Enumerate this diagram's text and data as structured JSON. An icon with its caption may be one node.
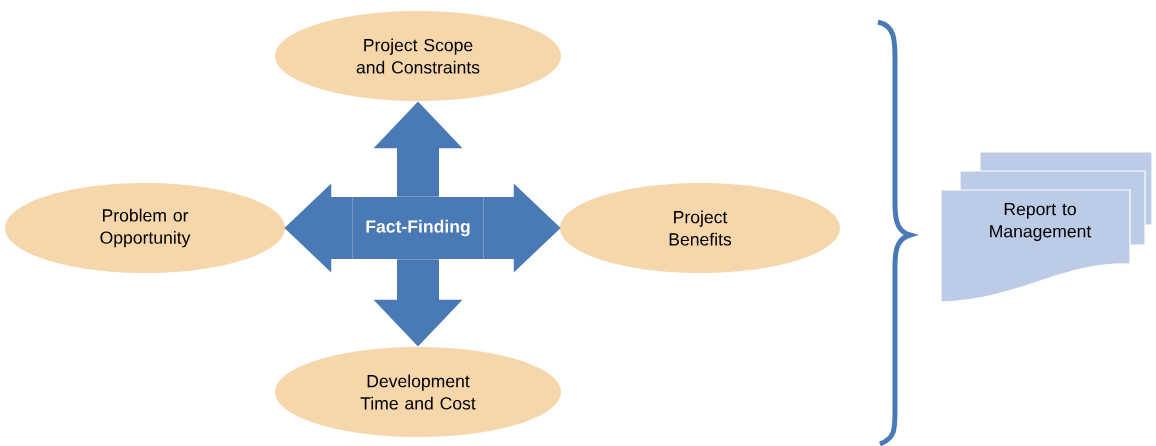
{
  "diagram": {
    "nodes": [
      {
        "text": [
          "Project Scope and Constraints"
        ]
      },
      {
        "text": [
          "Problem or Opportunity"
        ]
      },
      {
        "text": [
          "Fact-Finding"
        ]
      },
      {
        "text": [
          "Project Benefits"
        ]
      },
      {
        "text": [
          "Development Time and Cost"
        ]
      },
      {
        "text": [
          "Report to Management"
        ]
      }
    ],
    "edges": [
      {
        "from": 2,
        "to": 0,
        "arrow": "to"
      },
      {
        "from": 2,
        "to": 1,
        "arrow": "to"
      },
      {
        "from": 2,
        "to": 3,
        "arrow": "to"
      },
      {
        "from": 2,
        "to": 4,
        "arrow": "to"
      }
    ]
  }
}
